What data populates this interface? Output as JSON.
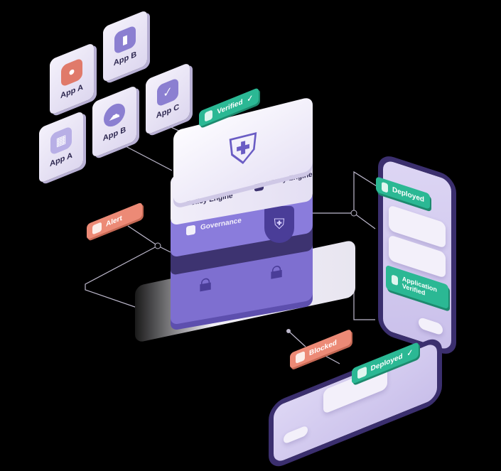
{
  "apps": [
    {
      "label": "App A",
      "icon": "user-icon"
    },
    {
      "label": "App B",
      "icon": "wallet-icon"
    },
    {
      "label": "App C",
      "icon": "check-icon"
    },
    {
      "label": "App B",
      "icon": "cloud-icon"
    },
    {
      "label": "App A",
      "icon": "grid-icon"
    }
  ],
  "badges": {
    "verified": "Verified",
    "alert": "Alert",
    "blocked": "Blocked",
    "deployed_top": "Deployed",
    "deployed_bottom": "Deployed"
  },
  "stack": {
    "policy_left": "Policy Engine",
    "policy_right": "Policy Engine",
    "governance": "Governance"
  },
  "phone_right": {
    "status": "Deployed",
    "final_card": "Application Verified"
  },
  "colors": {
    "purple": "#8b7fd1",
    "green": "#2bb894",
    "salmon": "#ec8a76",
    "dark": "#3b2f6e"
  }
}
